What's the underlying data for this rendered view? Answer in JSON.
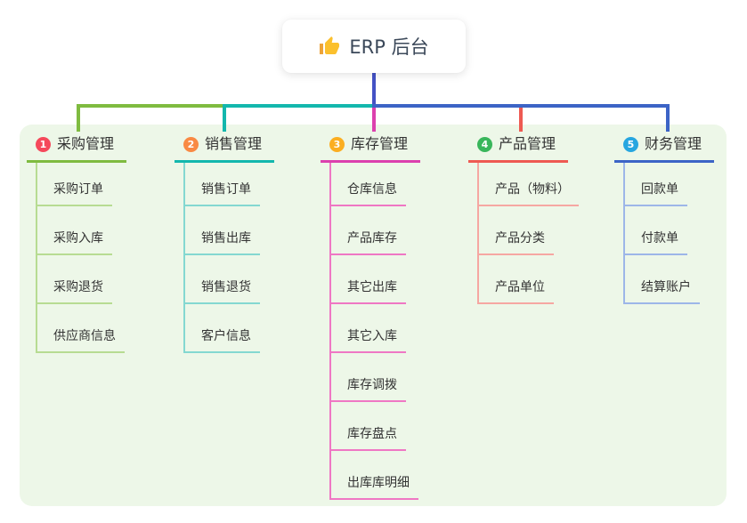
{
  "root": {
    "icon": "thumbs-up-icon",
    "label": "ERP 后台"
  },
  "colors": {
    "panel": "#edf7e8",
    "root_line": "#4452c5",
    "text": "#333333",
    "root_text": "#3b4859",
    "thumb_hand": "#fbc02d",
    "thumb_sleeve": "#eda338"
  },
  "branches": [
    {
      "number": "1",
      "label": "采购管理",
      "badge_color": "#f5495b",
      "line_color": "#7fbb40",
      "child_line_color": "#b7dc92",
      "children": [
        "采购订单",
        "采购入库",
        "采购退货",
        "供应商信息"
      ]
    },
    {
      "number": "2",
      "label": "销售管理",
      "badge_color": "#f98a44",
      "line_color": "#13b7ad",
      "child_line_color": "#84d8d1",
      "children": [
        "销售订单",
        "销售出库",
        "销售退货",
        "客户信息"
      ]
    },
    {
      "number": "3",
      "label": "库存管理",
      "badge_color": "#fbae21",
      "line_color": "#dc40ae",
      "child_line_color": "#ef77c4",
      "children": [
        "仓库信息",
        "产品库存",
        "其它出库",
        "其它入库",
        "库存调拨",
        "库存盘点",
        "出库库明细"
      ]
    },
    {
      "number": "4",
      "label": "产品管理",
      "badge_color": "#39b65b",
      "line_color": "#ee5a52",
      "child_line_color": "#f6a7a2",
      "children": [
        "产品（物料）",
        "产品分类",
        "产品单位"
      ]
    },
    {
      "number": "5",
      "label": "财务管理",
      "badge_color": "#27a6e0",
      "line_color": "#3c64c6",
      "child_line_color": "#9db6e8",
      "children": [
        "回款单",
        "付款单",
        "结算账户"
      ]
    }
  ]
}
